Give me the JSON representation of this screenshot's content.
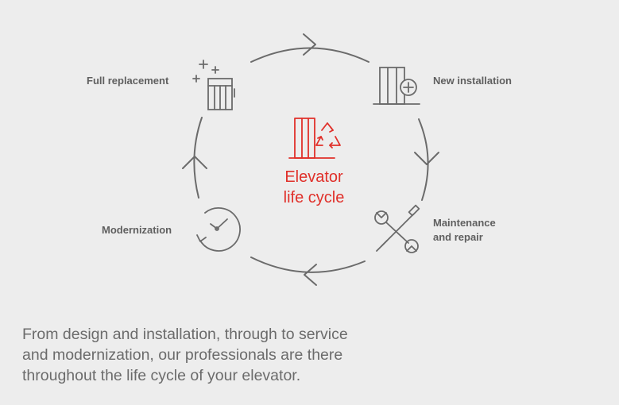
{
  "diagram": {
    "center_title": [
      "Elevator",
      "life cycle"
    ],
    "stages": [
      {
        "label": "Full replacement",
        "icon": "elevator-sparkle-icon"
      },
      {
        "label": "New installation",
        "icon": "elevator-plus-icon"
      },
      {
        "label": "Maintenance and repair",
        "lines": [
          "Maintenance",
          "and repair"
        ],
        "icon": "wrench-screwdriver-icon"
      },
      {
        "label": "Modernization",
        "icon": "clock-refresh-icon"
      }
    ],
    "center_icon": "elevator-recycle-icon"
  },
  "caption": [
    "From design and installation, through to service",
    "and modernization, our professionals are there",
    "throughout the life cycle of your elevator."
  ],
  "colors": {
    "background": "#ededed",
    "line": "#6b6b6b",
    "accent": "#e0302a",
    "label": "#5f5f5f"
  }
}
